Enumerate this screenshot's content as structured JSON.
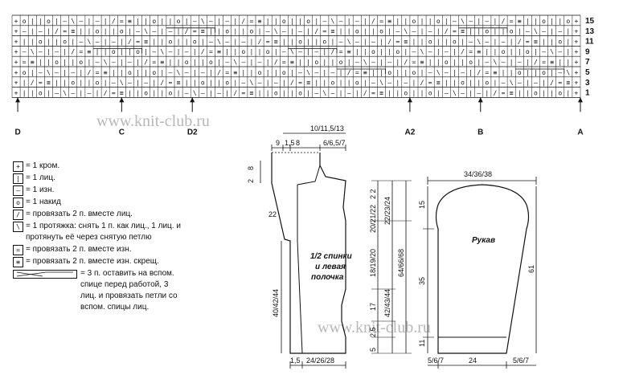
{
  "chart": {
    "row_numbers": [
      "15",
      "13",
      "11",
      "9",
      "7",
      "5",
      "3",
      "1"
    ],
    "markers": [
      "D",
      "C",
      "D2",
      "A2",
      "B",
      "A"
    ]
  },
  "watermark": "www.knit-club.ru",
  "legend": [
    {
      "symbol": "+",
      "text": "= 1 кром."
    },
    {
      "symbol": "|",
      "text": "= 1 лиц."
    },
    {
      "symbol": "–",
      "text": "= 1 изн."
    },
    {
      "symbol": "o",
      "text": "= 1 накид"
    },
    {
      "symbol": "/",
      "text": "= провязать 2 п. вместе лиц."
    },
    {
      "symbol": "\\",
      "text": "= 1 протяжка: снять 1 п. как лиц., 1 лиц. и протянуть её через снятую петлю"
    },
    {
      "symbol": "=",
      "text": "= провязать 2 п. вместе изн."
    },
    {
      "symbol": "≡",
      "text": "= провязать 2 п. вместе изн. скрещ."
    },
    {
      "symbol": "cable",
      "text": "= 3 п. оставить на вспом. спице перед работой, 3 лиц. и провязать петли со вспом. спицы лиц."
    }
  ],
  "body_piece": {
    "label_line1": "1/2 спинки",
    "label_line2": "и левая",
    "label_line3": "полочка",
    "top": "10/11,5/13",
    "top_left_a": "9",
    "top_left_b": "1,5",
    "top_left_c": "8",
    "top_right": "6/6,5/7",
    "neck": "8",
    "neck_small": "2",
    "shoulder_slope": "22",
    "left_side": "40/42/44",
    "right_a": "2 2",
    "right_b": "20/21/22",
    "right_c": "22/23/24",
    "right_d": "18/19/20",
    "right_e": "64/66/68",
    "right_f": "17",
    "right_g": "42/43/44",
    "right_h": "2,5",
    "right_i": "5",
    "bottom_a": "1,5",
    "bottom_b": "24/26/28"
  },
  "sleeve_piece": {
    "label": "Рукав",
    "top": "34/36/38",
    "left_a": "15",
    "left_b": "35",
    "left_c": "11",
    "right": "61",
    "bottom_a": "5/6/7",
    "bottom_b": "24",
    "bottom_c": "5/6/7"
  }
}
